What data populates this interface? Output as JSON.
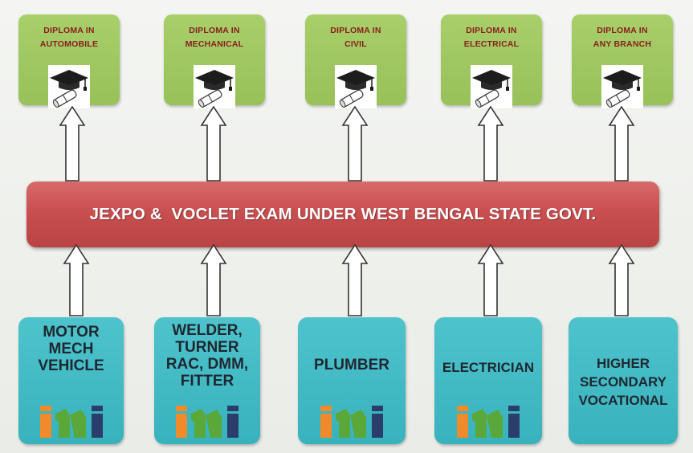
{
  "banner": {
    "text": "JEXPO &  VOCLET EXAM UNDER WEST BENGAL STATE GOVT."
  },
  "diplomas": [
    {
      "line1": "DIPLOMA IN",
      "line2": "AUTOMOBILE"
    },
    {
      "line1": "DIPLOMA IN",
      "line2": "MECHANICAL"
    },
    {
      "line1": "DIPLOMA IN",
      "line2": "CIVIL"
    },
    {
      "line1": "DIPLOMA IN",
      "line2": "ELECTRICAL"
    },
    {
      "line1": "DIPLOMA IN",
      "line2": "ANY BRANCH"
    }
  ],
  "trades": [
    {
      "lines": [
        "MOTOR",
        "MECH",
        "VEHICLE"
      ],
      "logo": "iti-logo"
    },
    {
      "lines": [
        "WELDER,",
        "TURNER",
        "RAC, DMM,",
        "FITTER"
      ],
      "logo": "iti-logo"
    },
    {
      "lines": [
        "PLUMBER"
      ],
      "logo": "iti-logo"
    },
    {
      "lines": [
        "ELECTRICIAN"
      ],
      "logo": "iti-logo"
    },
    {
      "lines": [
        "HIGHER",
        "SECONDARY",
        "VOCATIONAL"
      ],
      "logo": null
    }
  ],
  "icons": {
    "diploma": "graduation-cap-icon",
    "iti": "iti-logo"
  },
  "colors": {
    "diploma_box": "#a8cf6a",
    "diploma_text": "#8a1d1d",
    "banner": "#c94f50",
    "trade_box": "#4ec3cc",
    "logo_orange": "#f08a2a",
    "logo_green": "#5aa83a",
    "logo_navy": "#2b3d6b"
  }
}
